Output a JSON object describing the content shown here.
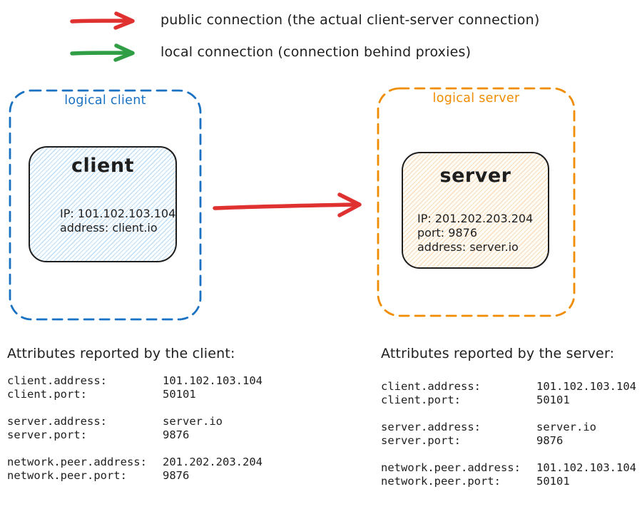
{
  "legend": {
    "items": [
      {
        "label": "public connection (the actual client-server connection)",
        "arrow": "red-right-arrow",
        "color": "#e03131"
      },
      {
        "label": "local connection (connection behind proxies)",
        "arrow": "green-right-arrow",
        "color": "#2f9e44"
      }
    ]
  },
  "diagram": {
    "logical_client": {
      "label": "logical client",
      "accent": "#1971c2",
      "node": {
        "title": "client",
        "lines": [
          "IP: 101.102.103.104",
          "address: client.io"
        ]
      }
    },
    "logical_server": {
      "label": "logical server",
      "accent": "#f08c00",
      "node": {
        "title": "server",
        "lines": [
          "IP: 201.202.203.204",
          "port: 9876",
          "address: server.io"
        ]
      }
    },
    "connection_arrow": {
      "direction": "client-to-server",
      "color": "#e03131"
    }
  },
  "attributes": {
    "client": {
      "title": "Attributes reported by the client:",
      "rows": [
        {
          "key": "client.address:",
          "value": "101.102.103.104"
        },
        {
          "key": "client.port:",
          "value": "50101"
        },
        {
          "key": "server.address:",
          "value": "server.io"
        },
        {
          "key": "server.port:",
          "value": "9876"
        },
        {
          "key": "network.peer.address:",
          "value": "201.202.203.204"
        },
        {
          "key": "network.peer.port:",
          "value": "9876"
        }
      ]
    },
    "server": {
      "title": "Attributes reported by the server:",
      "rows": [
        {
          "key": "client.address:",
          "value": "101.102.103.104"
        },
        {
          "key": "client.port:",
          "value": "50101"
        },
        {
          "key": "server.address:",
          "value": "server.io"
        },
        {
          "key": "server.port:",
          "value": "9876"
        },
        {
          "key": "network.peer.address:",
          "value": "101.102.103.104"
        },
        {
          "key": "network.peer.port:",
          "value": "50101"
        }
      ]
    }
  },
  "colors": {
    "red": "#e03131",
    "green": "#2f9e44",
    "blue": "#1971c2",
    "orange": "#f08c00",
    "ink": "#1e1e1e"
  }
}
